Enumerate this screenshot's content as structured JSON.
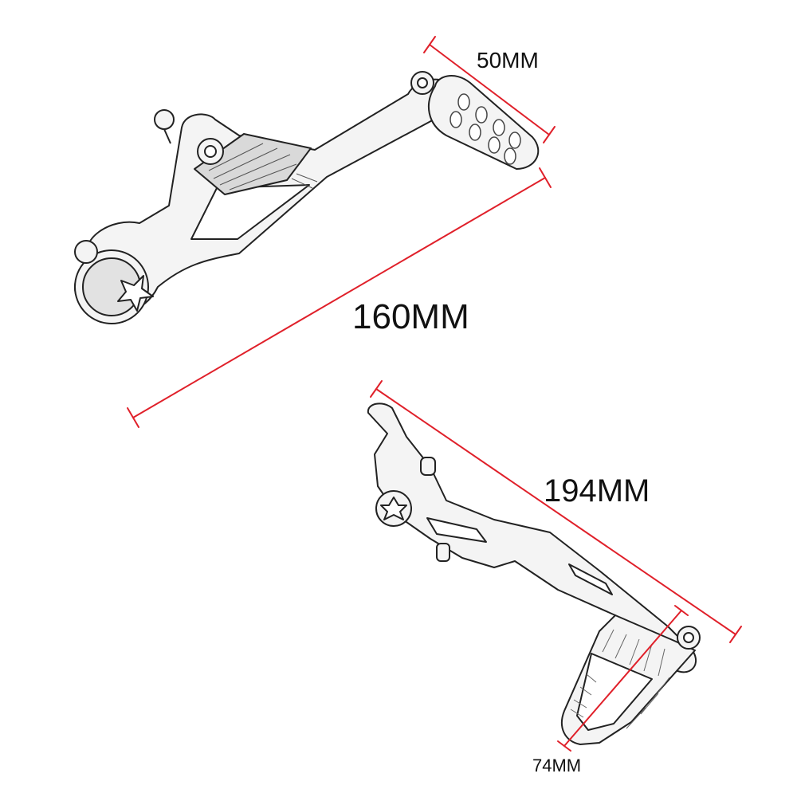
{
  "dimensions": {
    "shift_lever_grip_length": "50MM",
    "shift_lever_length": "160MM",
    "brake_lever_length": "194MM",
    "brake_pedal_width": "74MM"
  },
  "colors": {
    "dimension_line": "#e0202a",
    "part_outline": "#222222",
    "part_fill": "#f4f4f4",
    "text": "#111111"
  },
  "icons": {
    "bolt_head": "torx-bolt-icon"
  }
}
